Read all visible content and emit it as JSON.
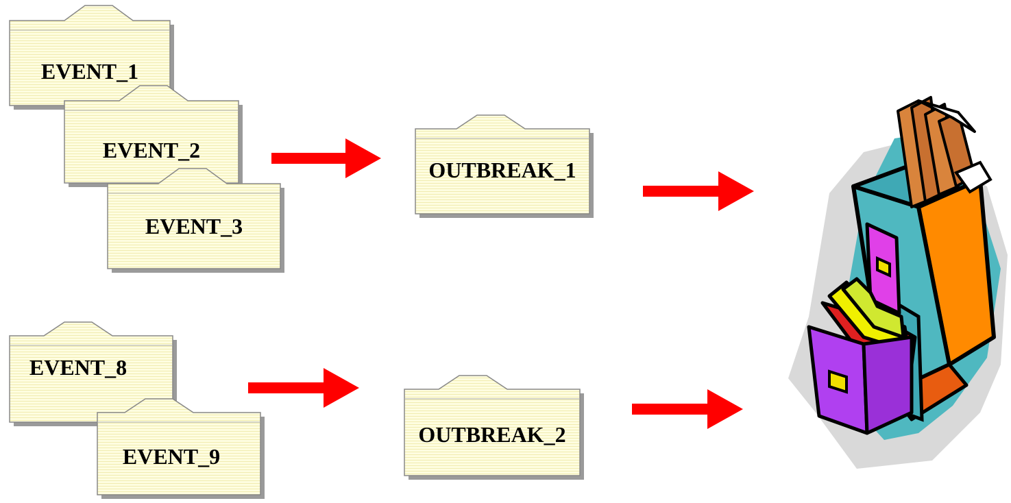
{
  "groups": [
    {
      "events": [
        "EVENT_1",
        "EVENT_2",
        "EVENT_3"
      ],
      "outbreak": "OUTBREAK_1"
    },
    {
      "events": [
        "EVENT_8",
        "EVENT_9"
      ],
      "outbreak": "OUTBREAK_2"
    }
  ],
  "colors": {
    "folder_fill": "#fefde0",
    "folder_line": "#f3efb4",
    "folder_edge": "#8a8a8a",
    "arrow": "#ff0000"
  },
  "icons": {
    "archive": "file-cabinet-clipart-icon"
  }
}
